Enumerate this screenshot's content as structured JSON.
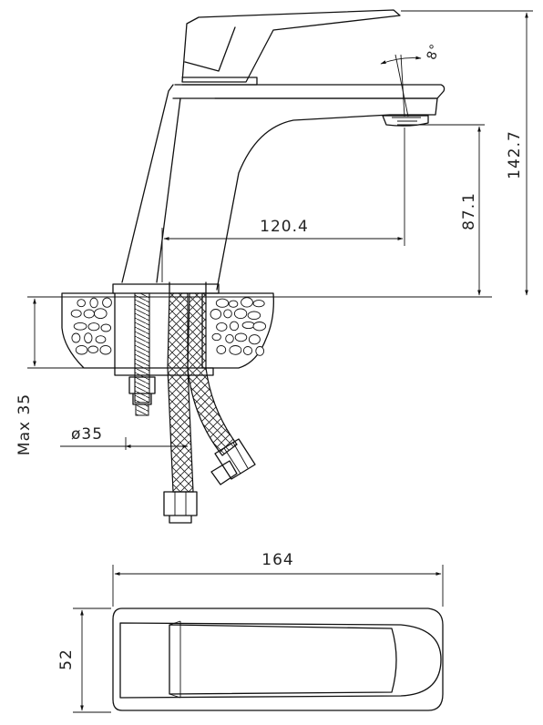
{
  "dimensions": {
    "total_height": "142.7",
    "spout_height": "87.1",
    "spout_reach": "120.4",
    "swivel_angle": "8°",
    "max_deck_thickness": "Max 35",
    "hole_diameter": "ø35",
    "top_view_length": "164",
    "top_view_width": "52"
  },
  "colors": {
    "line": "#111111",
    "background": "#ffffff"
  }
}
